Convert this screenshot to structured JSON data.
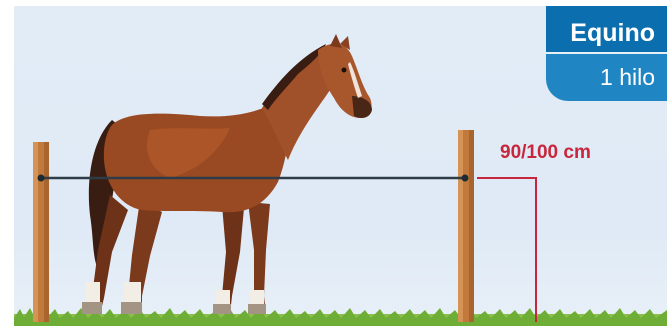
{
  "species_label": "Equino",
  "wire_count_label": "1 hilo",
  "height_label": "90/100 cm",
  "colors": {
    "label_dark": "#0b6eae",
    "label_light": "#1f86c3",
    "measure_red": "#c8263d",
    "post": "#c27a3c",
    "wire": "#2d3c47",
    "horse": "#9a4a22",
    "grass": "#79b53e"
  }
}
